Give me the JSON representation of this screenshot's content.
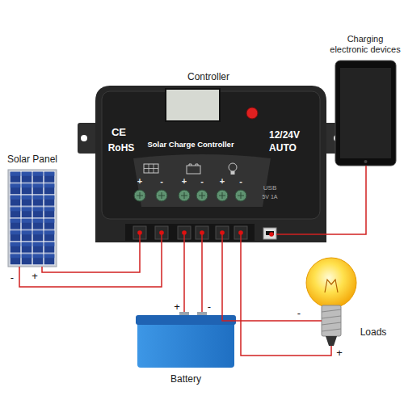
{
  "diagram": {
    "nodes": [
      {
        "text": [
          "Controller",
          "CE",
          "RoHS",
          "Solar Charge Controller",
          "12/24V",
          "AUTO",
          "USB",
          "5V 1A"
        ]
      },
      {
        "text": [
          "Charging electronic devices"
        ]
      },
      {
        "text": [
          "Solar Panel"
        ]
      },
      {
        "text": [
          "Loads"
        ]
      },
      {
        "text": [
          "Battery"
        ]
      }
    ],
    "edges": [
      {
        "from": 2,
        "to": 0,
        "arrow": "none",
        "label": "-"
      },
      {
        "from": 2,
        "to": 0,
        "arrow": "none",
        "label": "+"
      },
      {
        "from": 4,
        "to": 0,
        "arrow": "none",
        "label": "+"
      },
      {
        "from": 4,
        "to": 0,
        "arrow": "none",
        "label": "-"
      },
      {
        "from": 3,
        "to": 0,
        "arrow": "none",
        "label": "-"
      },
      {
        "from": 3,
        "to": 0,
        "arrow": "none",
        "label": "+"
      },
      {
        "from": 0,
        "to": 1,
        "arrow": "none"
      }
    ],
    "labels": [
      "+",
      "-",
      "+",
      "-",
      "+",
      "-"
    ]
  }
}
